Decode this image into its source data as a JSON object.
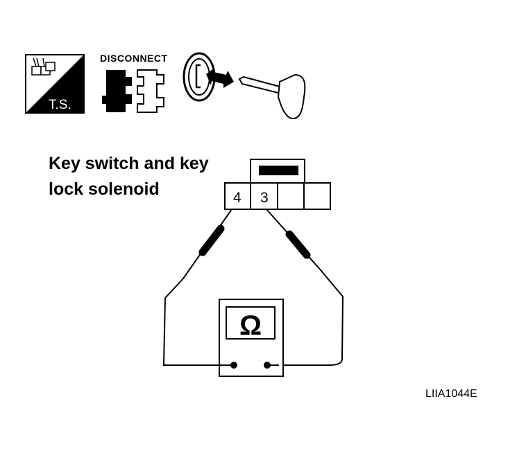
{
  "icons": {
    "ts_label": "T.S.",
    "disconnect_label": "DISCONNECT"
  },
  "title": {
    "line1": "Key switch and key",
    "line2": "lock solenoid"
  },
  "connector": {
    "pins": [
      "4",
      "3"
    ]
  },
  "meter": {
    "symbol": "Ω"
  },
  "figure_code": "LIIA1044E"
}
